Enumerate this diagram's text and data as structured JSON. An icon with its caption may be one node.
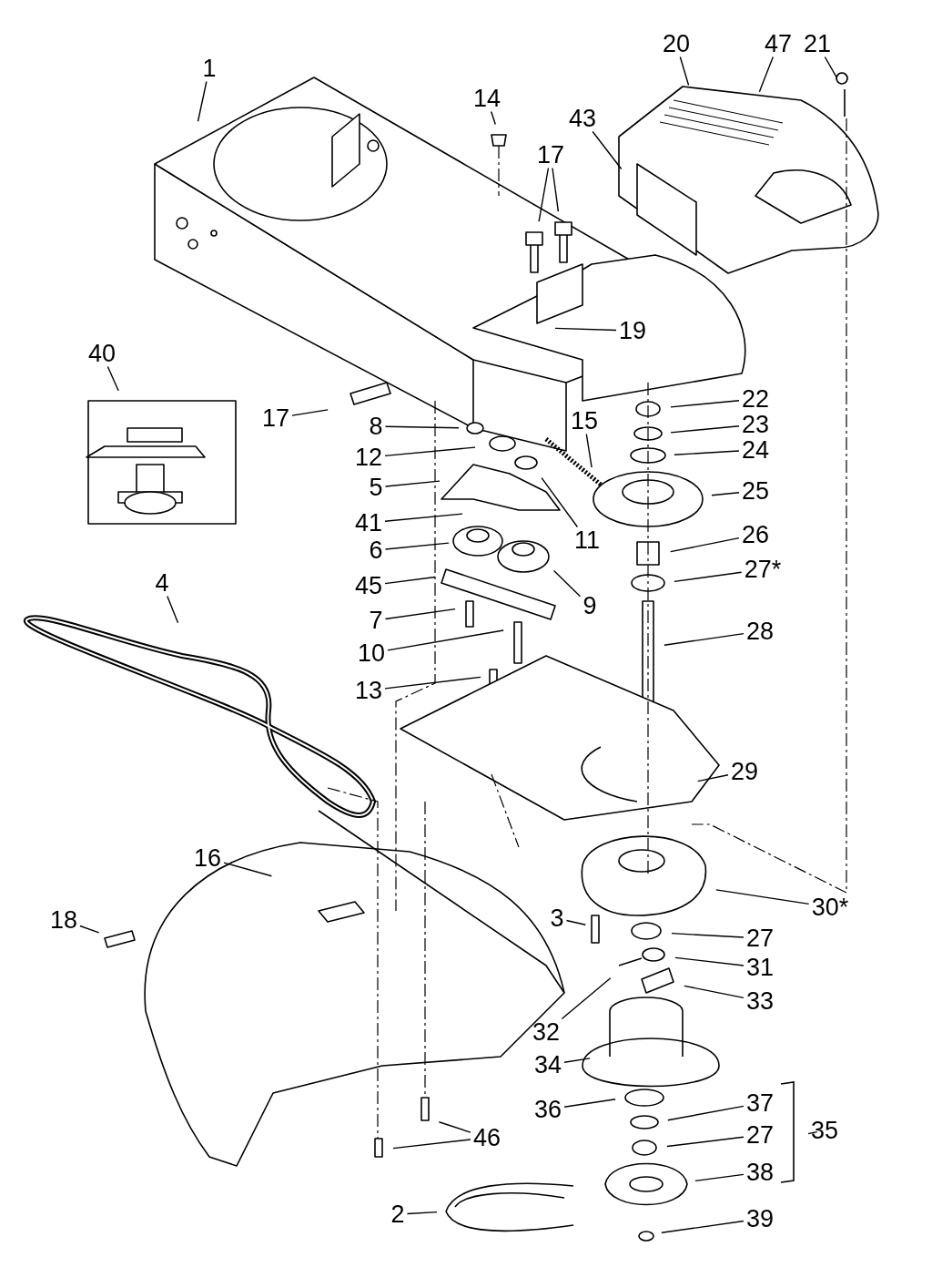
{
  "diagram": {
    "nodes": [
      {
        "text": [
          "1"
        ]
      },
      {
        "text": [
          "20"
        ]
      },
      {
        "text": [
          "47"
        ]
      },
      {
        "text": [
          "21"
        ]
      },
      {
        "text": [
          "14"
        ]
      },
      {
        "text": [
          "43"
        ]
      },
      {
        "text": [
          "17"
        ]
      },
      {
        "text": [
          "19"
        ]
      },
      {
        "text": [
          "40"
        ]
      },
      {
        "text": [
          "17"
        ]
      },
      {
        "text": [
          "8"
        ]
      },
      {
        "text": [
          "22"
        ]
      },
      {
        "text": [
          "15"
        ]
      },
      {
        "text": [
          "23"
        ]
      },
      {
        "text": [
          "12"
        ]
      },
      {
        "text": [
          "24"
        ]
      },
      {
        "text": [
          "5"
        ]
      },
      {
        "text": [
          "11"
        ]
      },
      {
        "text": [
          "25"
        ]
      },
      {
        "text": [
          "41"
        ]
      },
      {
        "text": [
          "6"
        ]
      },
      {
        "text": [
          "26"
        ]
      },
      {
        "text": [
          "27*"
        ]
      },
      {
        "text": [
          "45"
        ]
      },
      {
        "text": [
          "4"
        ]
      },
      {
        "text": [
          "9"
        ]
      },
      {
        "text": [
          "7"
        ]
      },
      {
        "text": [
          "10"
        ]
      },
      {
        "text": [
          "28"
        ]
      },
      {
        "text": [
          "13"
        ]
      },
      {
        "text": [
          "29"
        ]
      },
      {
        "text": [
          "16"
        ]
      },
      {
        "text": [
          "30*"
        ]
      },
      {
        "text": [
          "18"
        ]
      },
      {
        "text": [
          "3"
        ]
      },
      {
        "text": [
          "27"
        ]
      },
      {
        "text": [
          "31"
        ]
      },
      {
        "text": [
          "33"
        ]
      },
      {
        "text": [
          "32"
        ]
      },
      {
        "text": [
          "34"
        ]
      },
      {
        "text": [
          "36"
        ]
      },
      {
        "text": [
          "37"
        ]
      },
      {
        "text": [
          "27"
        ]
      },
      {
        "text": [
          "35"
        ]
      },
      {
        "text": [
          "38"
        ]
      },
      {
        "text": [
          "39"
        ]
      },
      {
        "text": [
          "46"
        ]
      },
      {
        "text": [
          "2"
        ]
      }
    ],
    "edges": [
      {
        "from": 0,
        "to": null,
        "arrow": "none"
      },
      {
        "from": 1,
        "to": null,
        "arrow": "none"
      },
      {
        "from": 2,
        "to": null,
        "arrow": "none"
      },
      {
        "from": 3,
        "to": null,
        "arrow": "none"
      },
      {
        "from": 4,
        "to": null,
        "arrow": "none"
      },
      {
        "from": 5,
        "to": null,
        "arrow": "none"
      },
      {
        "from": 6,
        "to": null,
        "arrow": "none"
      },
      {
        "from": 6,
        "to": null,
        "arrow": "none"
      },
      {
        "from": 7,
        "to": null,
        "arrow": "none"
      },
      {
        "from": 8,
        "to": null,
        "arrow": "none"
      },
      {
        "from": 9,
        "to": null,
        "arrow": "none"
      },
      {
        "from": 10,
        "to": null,
        "arrow": "none"
      },
      {
        "from": 11,
        "to": null,
        "arrow": "none"
      },
      {
        "from": 12,
        "to": null,
        "arrow": "none"
      },
      {
        "from": 13,
        "to": null,
        "arrow": "none"
      },
      {
        "from": 14,
        "to": null,
        "arrow": "none"
      },
      {
        "from": 15,
        "to": null,
        "arrow": "none"
      },
      {
        "from": 16,
        "to": null,
        "arrow": "none"
      },
      {
        "from": 17,
        "to": null,
        "arrow": "none"
      },
      {
        "from": 18,
        "to": null,
        "arrow": "none"
      },
      {
        "from": 19,
        "to": null,
        "arrow": "none"
      },
      {
        "from": 20,
        "to": null,
        "arrow": "none"
      },
      {
        "from": 21,
        "to": null,
        "arrow": "none"
      },
      {
        "from": 22,
        "to": null,
        "arrow": "none"
      },
      {
        "from": 23,
        "to": null,
        "arrow": "none"
      },
      {
        "from": 24,
        "to": null,
        "arrow": "none"
      },
      {
        "from": 25,
        "to": null,
        "arrow": "none"
      },
      {
        "from": 26,
        "to": null,
        "arrow": "none"
      },
      {
        "from": 27,
        "to": null,
        "arrow": "none"
      },
      {
        "from": 28,
        "to": null,
        "arrow": "none"
      },
      {
        "from": 29,
        "to": null,
        "arrow": "none"
      },
      {
        "from": 30,
        "to": null,
        "arrow": "none"
      },
      {
        "from": 31,
        "to": null,
        "arrow": "none"
      },
      {
        "from": 32,
        "to": null,
        "arrow": "none"
      },
      {
        "from": 33,
        "to": null,
        "arrow": "none"
      },
      {
        "from": 34,
        "to": null,
        "arrow": "none"
      },
      {
        "from": 35,
        "to": null,
        "arrow": "none"
      },
      {
        "from": 36,
        "to": null,
        "arrow": "none"
      },
      {
        "from": 37,
        "to": null,
        "arrow": "none"
      },
      {
        "from": 38,
        "to": null,
        "arrow": "none"
      },
      {
        "from": 39,
        "to": null,
        "arrow": "none"
      },
      {
        "from": 40,
        "to": null,
        "arrow": "none"
      },
      {
        "from": 41,
        "to": null,
        "arrow": "none"
      },
      {
        "from": 42,
        "to": null,
        "arrow": "none"
      },
      {
        "from": 43,
        "to": null,
        "arrow": "none"
      },
      {
        "from": 44,
        "to": null,
        "arrow": "none"
      },
      {
        "from": 45,
        "to": null,
        "arrow": "none"
      },
      {
        "from": 46,
        "to": null,
        "arrow": "none"
      },
      {
        "from": 46,
        "to": null,
        "arrow": "none"
      },
      {
        "from": 47,
        "to": null,
        "arrow": "none"
      }
    ]
  }
}
